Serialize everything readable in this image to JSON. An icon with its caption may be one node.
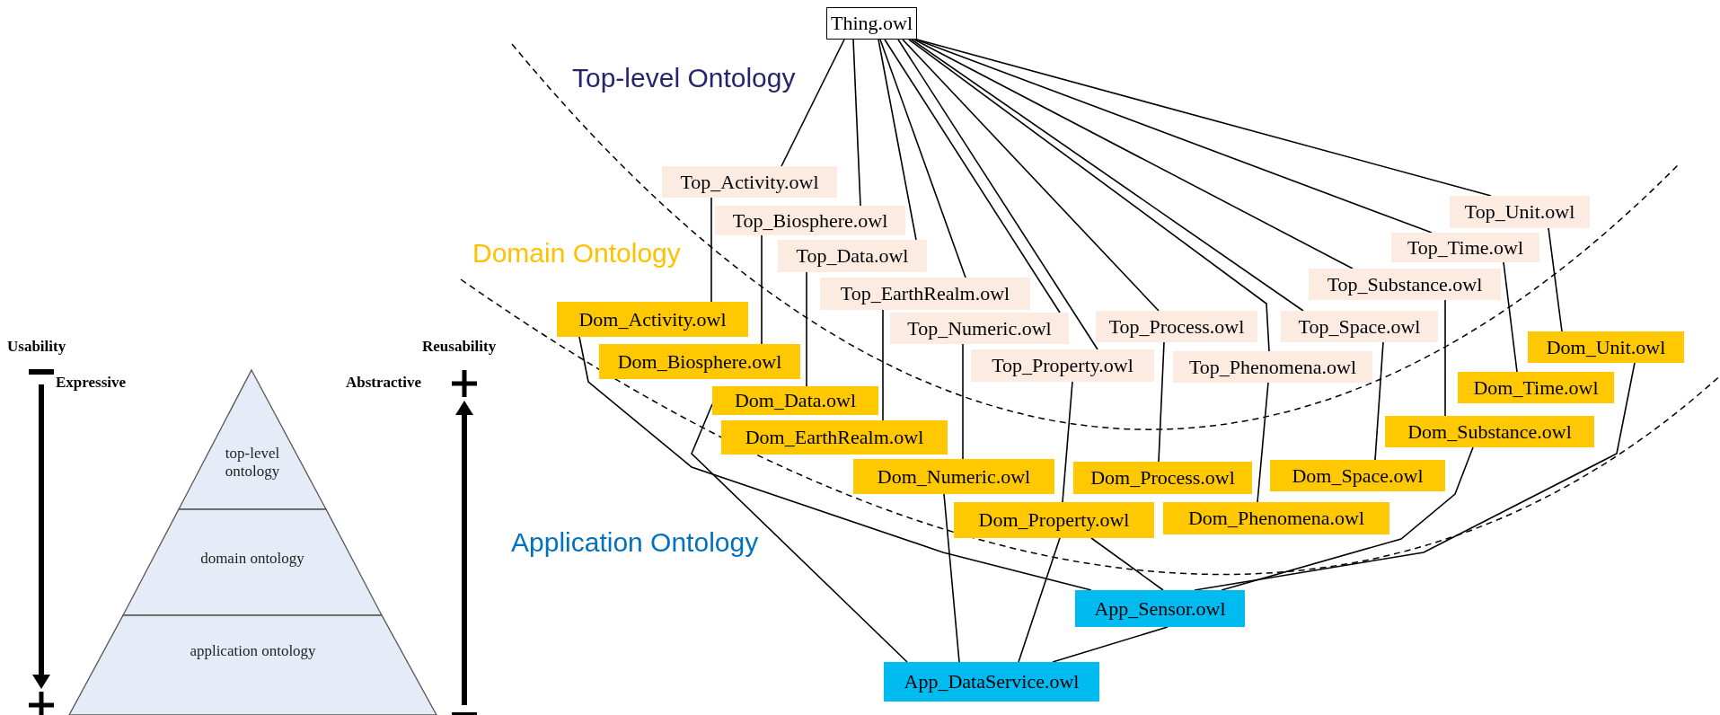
{
  "diagram": {
    "nodes": [
      {
        "text": [
          "Thing.owl"
        ]
      },
      {
        "text": [
          "Top_Activity.owl"
        ]
      },
      {
        "text": [
          "Top_Biosphere.owl"
        ]
      },
      {
        "text": [
          "Top_Data.owl"
        ]
      },
      {
        "text": [
          "Top_EarthRealm.owl"
        ]
      },
      {
        "text": [
          "Top_Numeric.owl"
        ]
      },
      {
        "text": [
          "Top_Property.owl"
        ]
      },
      {
        "text": [
          "Top_Process.owl"
        ]
      },
      {
        "text": [
          "Top_Phenomena.owl"
        ]
      },
      {
        "text": [
          "Top_Space.owl"
        ]
      },
      {
        "text": [
          "Top_Substance.owl"
        ]
      },
      {
        "text": [
          "Top_Time.owl"
        ]
      },
      {
        "text": [
          "Top_Unit.owl"
        ]
      },
      {
        "text": [
          "Dom_Activity.owl"
        ]
      },
      {
        "text": [
          "Dom_Biosphere.owl"
        ]
      },
      {
        "text": [
          "Dom_Data.owl"
        ]
      },
      {
        "text": [
          "Dom_EarthRealm.owl"
        ]
      },
      {
        "text": [
          "Dom_Numeric.owl"
        ]
      },
      {
        "text": [
          "Dom_Property.owl"
        ]
      },
      {
        "text": [
          "Dom_Process.owl"
        ]
      },
      {
        "text": [
          "Dom_Phenomena.owl"
        ]
      },
      {
        "text": [
          "Dom_Space.owl"
        ]
      },
      {
        "text": [
          "Dom_Substance.owl"
        ]
      },
      {
        "text": [
          "Dom_Time.owl"
        ]
      },
      {
        "text": [
          "Dom_Unit.owl"
        ]
      },
      {
        "text": [
          "App_Sensor.owl"
        ]
      },
      {
        "text": [
          "App_DataService.owl"
        ]
      },
      {
        "text": [
          "top-level ontology"
        ]
      },
      {
        "text": [
          "domain ontology"
        ]
      },
      {
        "text": [
          "application ontology"
        ]
      }
    ],
    "edges": [
      {
        "from": 0,
        "to": 1,
        "arrow": "none"
      },
      {
        "from": 0,
        "to": 2,
        "arrow": "none"
      },
      {
        "from": 0,
        "to": 3,
        "arrow": "none"
      },
      {
        "from": 0,
        "to": 4,
        "arrow": "none"
      },
      {
        "from": 0,
        "to": 5,
        "arrow": "none"
      },
      {
        "from": 0,
        "to": 6,
        "arrow": "none"
      },
      {
        "from": 0,
        "to": 7,
        "arrow": "none"
      },
      {
        "from": 0,
        "to": 8,
        "arrow": "none"
      },
      {
        "from": 0,
        "to": 9,
        "arrow": "none"
      },
      {
        "from": 0,
        "to": 10,
        "arrow": "none"
      },
      {
        "from": 0,
        "to": 11,
        "arrow": "none"
      },
      {
        "from": 0,
        "to": 12,
        "arrow": "none"
      },
      {
        "from": 1,
        "to": 13,
        "arrow": "none"
      },
      {
        "from": 2,
        "to": 14,
        "arrow": "none"
      },
      {
        "from": 3,
        "to": 15,
        "arrow": "none"
      },
      {
        "from": 4,
        "to": 16,
        "arrow": "none"
      },
      {
        "from": 5,
        "to": 17,
        "arrow": "none"
      },
      {
        "from": 6,
        "to": 18,
        "arrow": "none"
      },
      {
        "from": 7,
        "to": 19,
        "arrow": "none"
      },
      {
        "from": 8,
        "to": 20,
        "arrow": "none"
      },
      {
        "from": 9,
        "to": 21,
        "arrow": "none"
      },
      {
        "from": 10,
        "to": 22,
        "arrow": "none"
      },
      {
        "from": 11,
        "to": 23,
        "arrow": "none"
      },
      {
        "from": 12,
        "to": 24,
        "arrow": "none"
      },
      {
        "from": 13,
        "to": 25,
        "arrow": "none"
      },
      {
        "from": 18,
        "to": 25,
        "arrow": "none"
      },
      {
        "from": 22,
        "to": 25,
        "arrow": "none"
      },
      {
        "from": 24,
        "to": 25,
        "arrow": "none"
      },
      {
        "from": 15,
        "to": 26,
        "arrow": "none"
      },
      {
        "from": 17,
        "to": 26,
        "arrow": "none"
      },
      {
        "from": 18,
        "to": 26,
        "arrow": "none"
      },
      {
        "from": 25,
        "to": 26,
        "arrow": "none"
      }
    ],
    "labels": [
      "Usability",
      "Expressive",
      "Reusability",
      "Abstractive",
      "Top-level Ontology",
      "Domain Ontology",
      "Application Ontology"
    ]
  }
}
